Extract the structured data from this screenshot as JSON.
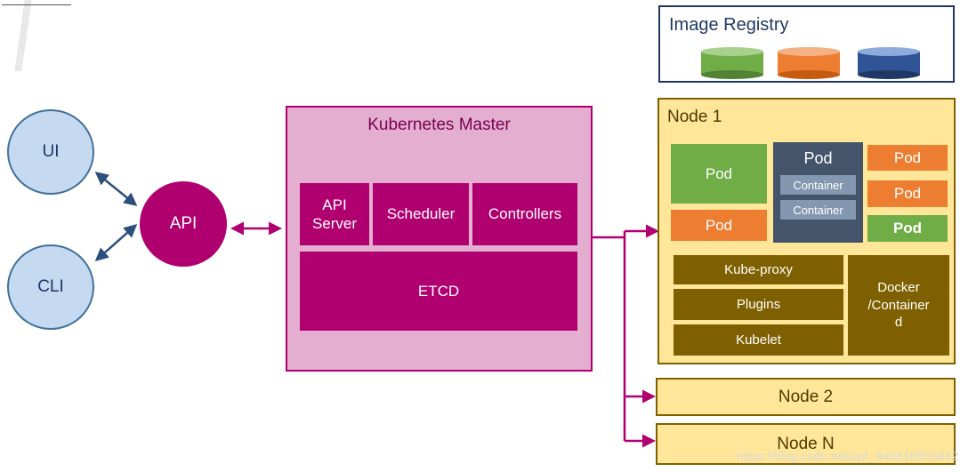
{
  "clients": {
    "ui": "UI",
    "cli": "CLI",
    "api": "API"
  },
  "master": {
    "title": "Kubernetes Master",
    "api_server": "API\nServer",
    "scheduler": "Scheduler",
    "controllers": "Controllers",
    "etcd": "ETCD"
  },
  "registry": {
    "title": "Image Registry"
  },
  "node1": {
    "title": "Node 1",
    "pod_green_top": "Pod",
    "pod_orange_bottom": "Pod",
    "pod_dark": "Pod",
    "container_1": "Container",
    "container_2": "Container",
    "pod_orange_1": "Pod",
    "pod_orange_2": "Pod",
    "pod_green_bold": "Pod",
    "kube_proxy": "Kube-proxy",
    "plugins": "Plugins",
    "kubelet": "Kubelet",
    "docker": "Docker\n/Container\nd"
  },
  "node2": {
    "title": "Node 2"
  },
  "nodeN": {
    "title": "Node N"
  },
  "watermark": "https://blog.csdn.net/zpf_940810653842",
  "colors": {
    "master_accent": "#b00070",
    "node_fill": "#ffe699",
    "node_border": "#7f6000",
    "client_fill": "#c5d9f1",
    "arrow_blue": "#2e4e7e"
  },
  "db_colors": [
    "#70ad47",
    "#ed7d31",
    "#2f5597"
  ]
}
